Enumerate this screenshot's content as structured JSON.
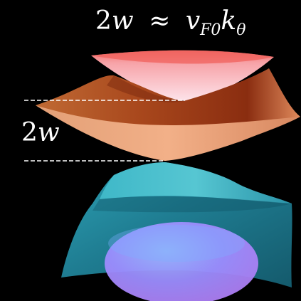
{
  "equation": {
    "lhs_number": "2",
    "lhs_var": "w",
    "relation": "≈",
    "v_symbol": "v",
    "v_subscript": "F0",
    "k_symbol": "k",
    "k_subscript": "θ"
  },
  "gap_label": {
    "number": "2",
    "var": "w"
  },
  "colors": {
    "background": "#000000",
    "top_band": "#f7a9b0",
    "middle_band": "#d9774a",
    "lower_band": "#1f8fa6",
    "bottom_band": "#9f86ff",
    "dashed_line": "#ffffff"
  }
}
